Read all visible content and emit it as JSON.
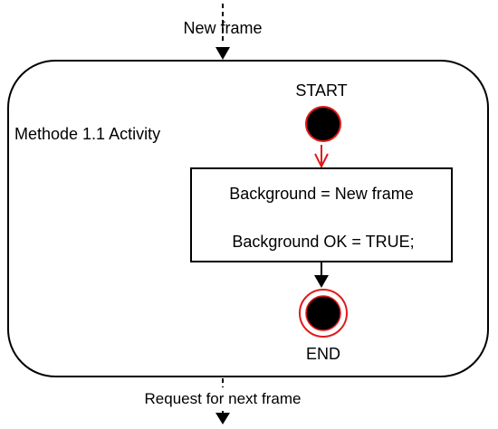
{
  "diagram": {
    "input_label": "New frame",
    "activity_title": "Methode 1.1 Activity",
    "start_label": "START",
    "action_lines": [
      "Background = New frame",
      "Background OK = TRUE;"
    ],
    "end_label": "END",
    "output_label": "Request for next frame"
  },
  "colors": {
    "stroke": "#000000",
    "node_fill": "#000000",
    "accent": "#e11a1a"
  }
}
